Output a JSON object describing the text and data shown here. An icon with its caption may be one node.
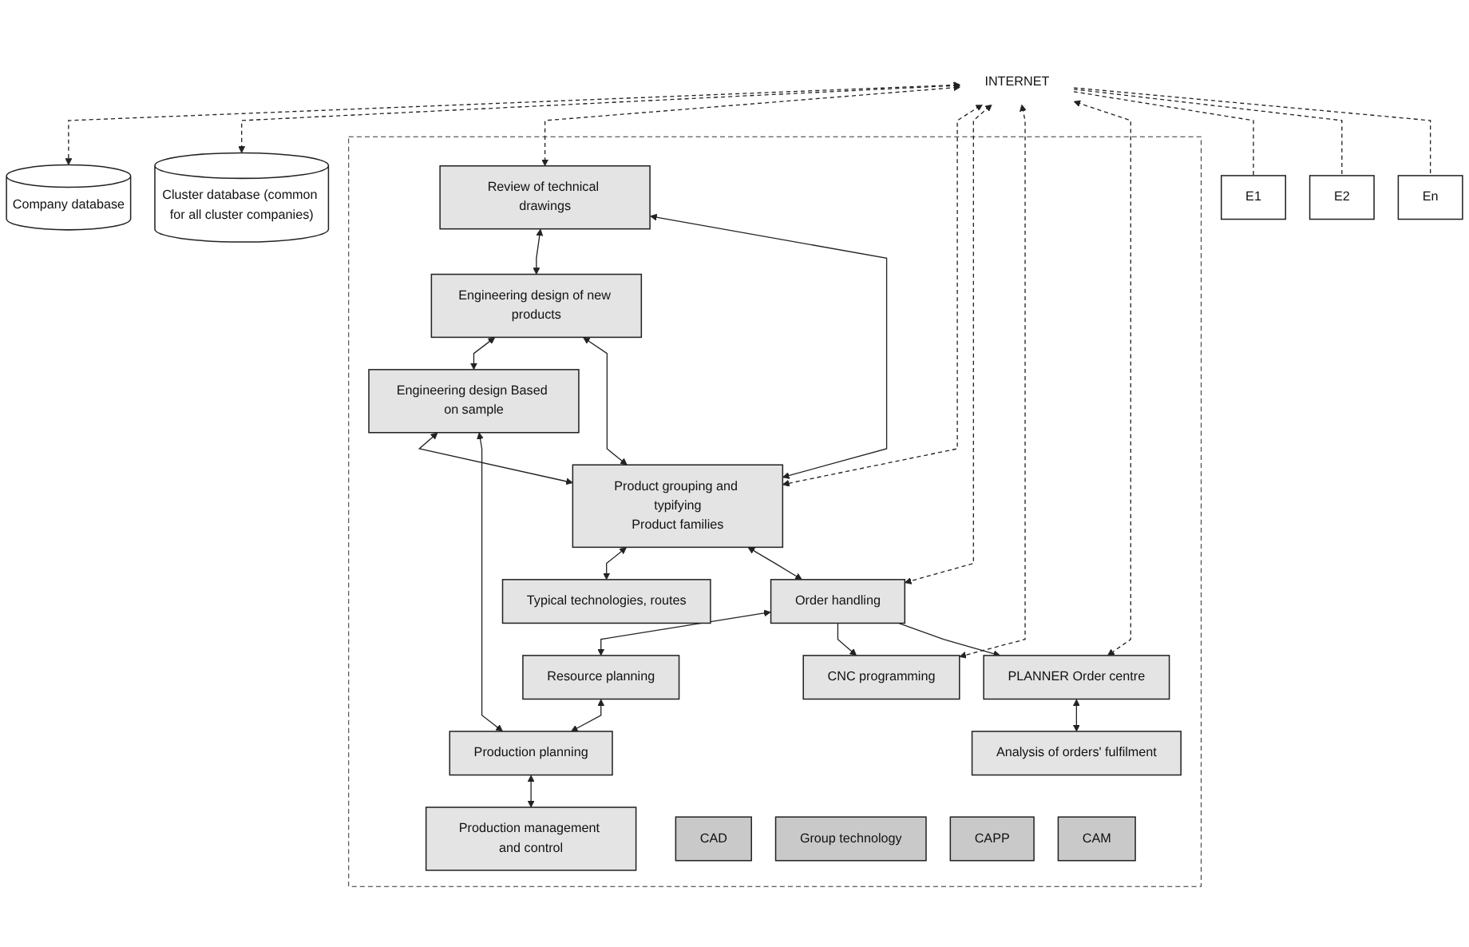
{
  "diagram": {
    "nodes": [
      {
        "text": [
          "INTERNET"
        ]
      },
      {
        "text": [
          "Company database"
        ]
      },
      {
        "text": [
          "Cluster database (common for all cluster companies)"
        ]
      },
      {
        "text": [],
        "shape": "box"
      },
      {
        "text": [
          "Review of technical drawings"
        ],
        "in": 3
      },
      {
        "text": [
          "Engineering design of new products"
        ],
        "in": 3
      },
      {
        "text": [
          "Engineering design Based on sample"
        ],
        "in": 3
      },
      {
        "text": [
          "Product grouping and typifying",
          "Product families"
        ],
        "in": 3
      },
      {
        "text": [
          "Typical technologies, routes"
        ],
        "in": 3
      },
      {
        "text": [
          "Order handling"
        ],
        "in": 3
      },
      {
        "text": [
          "Resource planning"
        ],
        "in": 3
      },
      {
        "text": [
          "Production planning"
        ],
        "in": 3
      },
      {
        "text": [
          "Production management and control"
        ],
        "in": 3
      },
      {
        "text": [
          "CNC programming"
        ],
        "in": 3
      },
      {
        "text": [
          "PLANNER Order centre"
        ],
        "in": 3
      },
      {
        "text": [
          "Analysis of orders' fulfilment"
        ],
        "in": 3
      },
      {
        "text": [
          "CAD"
        ],
        "in": 3
      },
      {
        "text": [
          "Group technology"
        ],
        "in": 3
      },
      {
        "text": [
          "CAPP"
        ],
        "in": 3
      },
      {
        "text": [
          "CAM"
        ],
        "in": 3
      },
      {
        "text": [
          "E1"
        ]
      },
      {
        "text": [
          "E2"
        ]
      },
      {
        "text": [
          "En"
        ]
      }
    ],
    "edges": [
      {
        "from": 0,
        "to": 1,
        "arrow": "both",
        "style": "dashed"
      },
      {
        "from": 0,
        "to": 2,
        "arrow": "both",
        "style": "dashed"
      },
      {
        "from": 0,
        "to": 4,
        "arrow": "both",
        "style": "dashed"
      },
      {
        "from": 0,
        "to": 7,
        "arrow": "both",
        "style": "dashed"
      },
      {
        "from": 0,
        "to": 9,
        "arrow": "both",
        "style": "dashed"
      },
      {
        "from": 0,
        "to": 13,
        "arrow": "both",
        "style": "dashed"
      },
      {
        "from": 0,
        "to": 14,
        "arrow": "both",
        "style": "dashed"
      },
      {
        "from": 0,
        "to": 20,
        "arrow": "none",
        "style": "dashed"
      },
      {
        "from": 0,
        "to": 21,
        "arrow": "none",
        "style": "dashed"
      },
      {
        "from": 0,
        "to": 22,
        "arrow": "none",
        "style": "dashed"
      },
      {
        "from": 4,
        "to": 5,
        "arrow": "both"
      },
      {
        "from": 5,
        "to": 6,
        "arrow": "both"
      },
      {
        "from": 4,
        "to": 7,
        "arrow": "both"
      },
      {
        "from": 5,
        "to": 7,
        "arrow": "both"
      },
      {
        "from": 6,
        "to": 7,
        "arrow": "both"
      },
      {
        "from": 7,
        "to": 8,
        "arrow": "both"
      },
      {
        "from": 7,
        "to": 9,
        "arrow": "both"
      },
      {
        "from": 9,
        "to": 10,
        "arrow": "both"
      },
      {
        "from": 10,
        "to": 11,
        "arrow": "both"
      },
      {
        "from": 11,
        "to": 12,
        "arrow": "both"
      },
      {
        "from": 9,
        "to": 13,
        "arrow": "to"
      },
      {
        "from": 9,
        "to": 14,
        "arrow": "to"
      },
      {
        "from": 14,
        "to": 15,
        "arrow": "both"
      },
      {
        "from": 11,
        "to": 6,
        "arrow": "both"
      }
    ]
  }
}
